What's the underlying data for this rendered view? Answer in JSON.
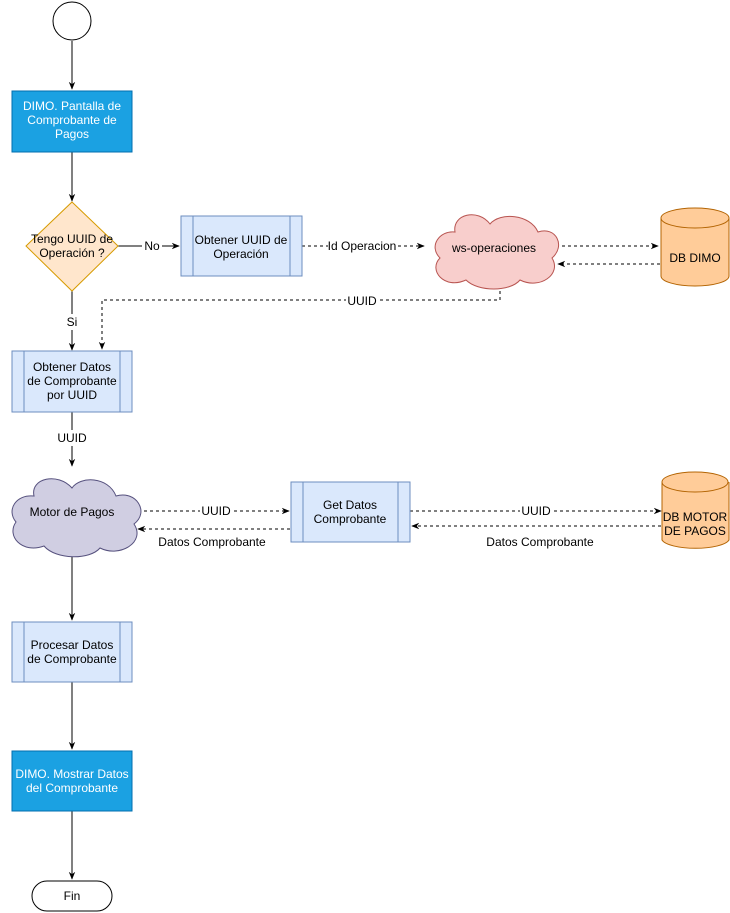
{
  "nodes": {
    "start": "",
    "dimo_pantalla": [
      "DIMO. Pantalla de",
      "Comprobante de",
      "Pagos"
    ],
    "decision": [
      "Tengo UUID de",
      "Operación ?"
    ],
    "obtener_uuid": [
      "Obtener UUID de",
      "Operación"
    ],
    "ws_operaciones": "ws-operaciones",
    "db_dimo": "DB DIMO",
    "obtener_datos": [
      "Obtener Datos",
      "de Comprobante",
      "por UUID"
    ],
    "motor_pagos": "Motor de Pagos",
    "get_datos": [
      "Get Datos",
      "Comprobante"
    ],
    "db_motor": [
      "DB MOTOR",
      "DE PAGOS"
    ],
    "procesar": [
      "Procesar Datos",
      "de Comprobante"
    ],
    "mostrar": [
      "DIMO. Mostrar Datos",
      "del Comprobante"
    ],
    "fin": "Fin"
  },
  "edge_labels": {
    "no": "No",
    "si": "Si",
    "id_operacion": "Id Operacion",
    "uuid_ws_back": "UUID",
    "uuid_down": "UUID",
    "uuid_motor_get": "UUID",
    "datos_get_motor": "Datos Comprobante",
    "uuid_get_db": "UUID",
    "datos_db_get": "Datos Comprobante"
  },
  "colors": {
    "primary_fill": "#1ba1e2",
    "primary_stroke": "#006eaf",
    "process_fill": "#dae8fc",
    "process_stroke": "#6c8ebf",
    "decision_fill": "#ffe6cc",
    "decision_stroke": "#d79b00",
    "cloud_pink_fill": "#f8cecc",
    "cloud_pink_stroke": "#b85450",
    "cloud_purple_fill": "#d0cee2",
    "cloud_purple_stroke": "#56517e",
    "db_fill": "#ffcc99",
    "db_stroke": "#b46504"
  }
}
